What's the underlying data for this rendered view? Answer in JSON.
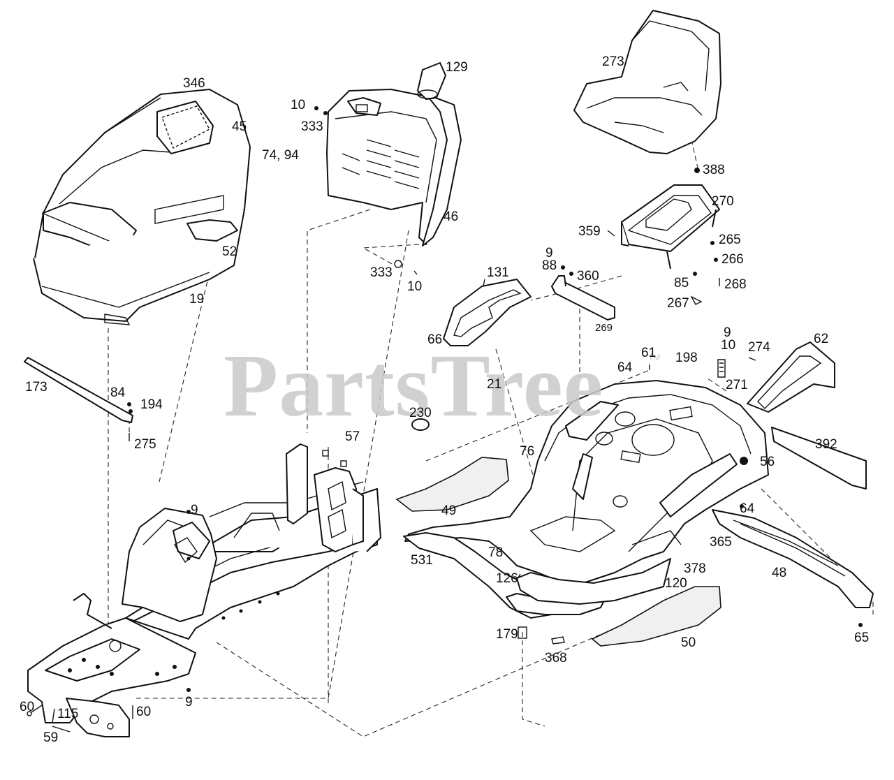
{
  "watermark": {
    "text": "PartsTree",
    "tm": "TM"
  },
  "callouts": [
    {
      "id": "l346",
      "text": "346"
    },
    {
      "id": "l45",
      "text": "45"
    },
    {
      "id": "l74_94",
      "text": "74, 94"
    },
    {
      "id": "l52",
      "text": "52"
    },
    {
      "id": "l19",
      "text": "19"
    },
    {
      "id": "l129",
      "text": "129"
    },
    {
      "id": "l10a",
      "text": "10"
    },
    {
      "id": "l333a",
      "text": "333"
    },
    {
      "id": "l46",
      "text": "46"
    },
    {
      "id": "l333b",
      "text": "333"
    },
    {
      "id": "l10b",
      "text": "10"
    },
    {
      "id": "l273",
      "text": "273"
    },
    {
      "id": "l388",
      "text": "388"
    },
    {
      "id": "l270",
      "text": "270"
    },
    {
      "id": "l359",
      "text": "359"
    },
    {
      "id": "l265",
      "text": "265"
    },
    {
      "id": "l266",
      "text": "266"
    },
    {
      "id": "l268",
      "text": "268"
    },
    {
      "id": "l85",
      "text": "85"
    },
    {
      "id": "l267",
      "text": "267"
    },
    {
      "id": "l9a",
      "text": "9"
    },
    {
      "id": "l88",
      "text": "88"
    },
    {
      "id": "l360",
      "text": "360"
    },
    {
      "id": "l269",
      "text": "269"
    },
    {
      "id": "l131",
      "text": "131"
    },
    {
      "id": "l66",
      "text": "66"
    },
    {
      "id": "l21",
      "text": "21"
    },
    {
      "id": "l173",
      "text": "173"
    },
    {
      "id": "l84",
      "text": "84"
    },
    {
      "id": "l194",
      "text": "194"
    },
    {
      "id": "l275",
      "text": "275"
    },
    {
      "id": "l57",
      "text": "57"
    },
    {
      "id": "l230",
      "text": "230"
    },
    {
      "id": "l61",
      "text": "61"
    },
    {
      "id": "l198",
      "text": "198"
    },
    {
      "id": "l64a",
      "text": "64"
    },
    {
      "id": "l9b",
      "text": "9"
    },
    {
      "id": "l10c",
      "text": "10"
    },
    {
      "id": "l274",
      "text": "274"
    },
    {
      "id": "l271",
      "text": "271"
    },
    {
      "id": "l62",
      "text": "62"
    },
    {
      "id": "l392",
      "text": "392"
    },
    {
      "id": "l56",
      "text": "56"
    },
    {
      "id": "l64b",
      "text": "64"
    },
    {
      "id": "l76",
      "text": "76"
    },
    {
      "id": "l49",
      "text": "49"
    },
    {
      "id": "l531",
      "text": "531"
    },
    {
      "id": "l78",
      "text": "78"
    },
    {
      "id": "l378",
      "text": "378"
    },
    {
      "id": "l365",
      "text": "365"
    },
    {
      "id": "l48",
      "text": "48"
    },
    {
      "id": "l120",
      "text": "120"
    },
    {
      "id": "l126",
      "text": "126"
    },
    {
      "id": "l179",
      "text": "179"
    },
    {
      "id": "l368",
      "text": "368"
    },
    {
      "id": "l50",
      "text": "50"
    },
    {
      "id": "l65",
      "text": "65"
    },
    {
      "id": "l9c",
      "text": "9"
    },
    {
      "id": "l9d",
      "text": "9"
    },
    {
      "id": "l60a",
      "text": "60"
    },
    {
      "id": "l115",
      "text": "115"
    },
    {
      "id": "l60b",
      "text": "60"
    },
    {
      "id": "l59",
      "text": "59"
    }
  ]
}
